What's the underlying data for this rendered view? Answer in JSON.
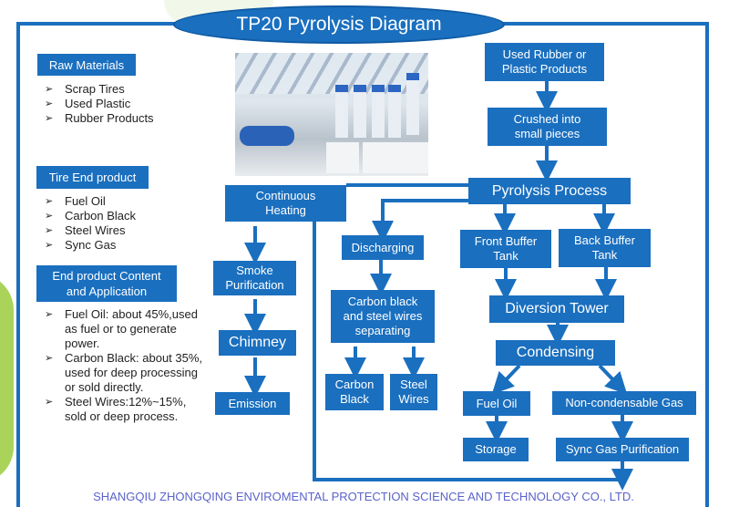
{
  "title": "TP20 Pyrolysis Diagram",
  "colors": {
    "primary": "#1a6fbf",
    "accent_green": "#9acd3c",
    "watermark": "#5b63c9"
  },
  "sidebar": {
    "raw_materials": {
      "heading": "Raw Materials",
      "items": [
        "Scrap Tires",
        "Used Plastic",
        "Rubber Products"
      ]
    },
    "tire_end_product": {
      "heading": "Tire End product",
      "items": [
        "Fuel Oil",
        "Carbon Black",
        "Steel Wires",
        "Sync Gas"
      ]
    },
    "end_product_content": {
      "heading": "End product Content and Application",
      "items": [
        "Fuel Oil: about 45%,used as fuel or to generate power.",
        "Carbon Black: about 35%, used for deep processing or sold directly.",
        "Steel Wires:12%~15%, sold or deep process."
      ]
    }
  },
  "photo": {
    "icon": "pyrolysis-plant-photo"
  },
  "flow": {
    "used_rubber": "Used Rubber or Plastic Products",
    "crushed": "Crushed into small pieces",
    "pyrolysis": "Pyrolysis Process",
    "continuous_heating": "Continuous Heating",
    "smoke_purification": "Smoke Purification",
    "chimney": "Chimney",
    "emission": "Emission",
    "discharging": "Discharging",
    "separating": "Carbon black and steel wires separating",
    "carbon_black": "Carbon Black",
    "steel_wires": "Steel Wires",
    "front_buffer": "Front Buffer Tank",
    "back_buffer": "Back Buffer Tank",
    "diversion_tower": "Diversion Tower",
    "condensing": "Condensing",
    "fuel_oil": "Fuel Oil",
    "non_condensable": "Non-condensable Gas",
    "storage": "Storage",
    "sync_gas_purification": "Sync Gas Purification"
  },
  "watermark": "SHANGQIU ZHONGQING ENVIROMENTAL PROTECTION SCIENCE AND TECHNOLOGY CO., LTD."
}
